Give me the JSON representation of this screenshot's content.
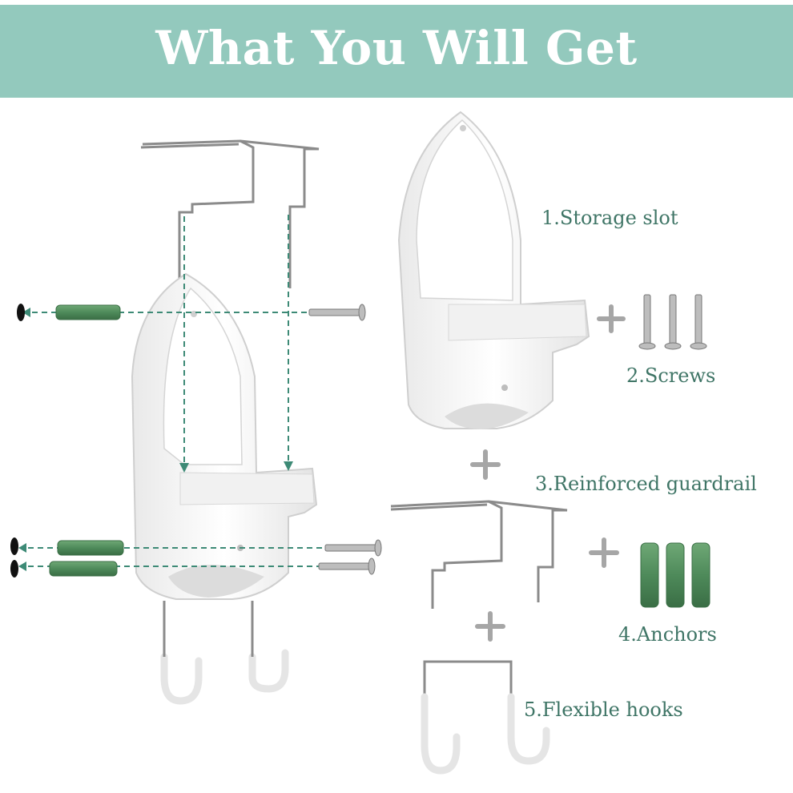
{
  "banner": {
    "title": "What You Will Get"
  },
  "items": [
    {
      "label": "1.Storage slot"
    },
    {
      "label": "2.Screws"
    },
    {
      "label": "3.Reinforced guardrail"
    },
    {
      "label": "4.Anchors"
    },
    {
      "label": "5.Flexible hooks"
    }
  ],
  "colors": {
    "banner": "#93c9bd",
    "label_text": "#3f7566",
    "anchor_green": "#4e8a5a",
    "guide_line": "#3d8a76"
  }
}
